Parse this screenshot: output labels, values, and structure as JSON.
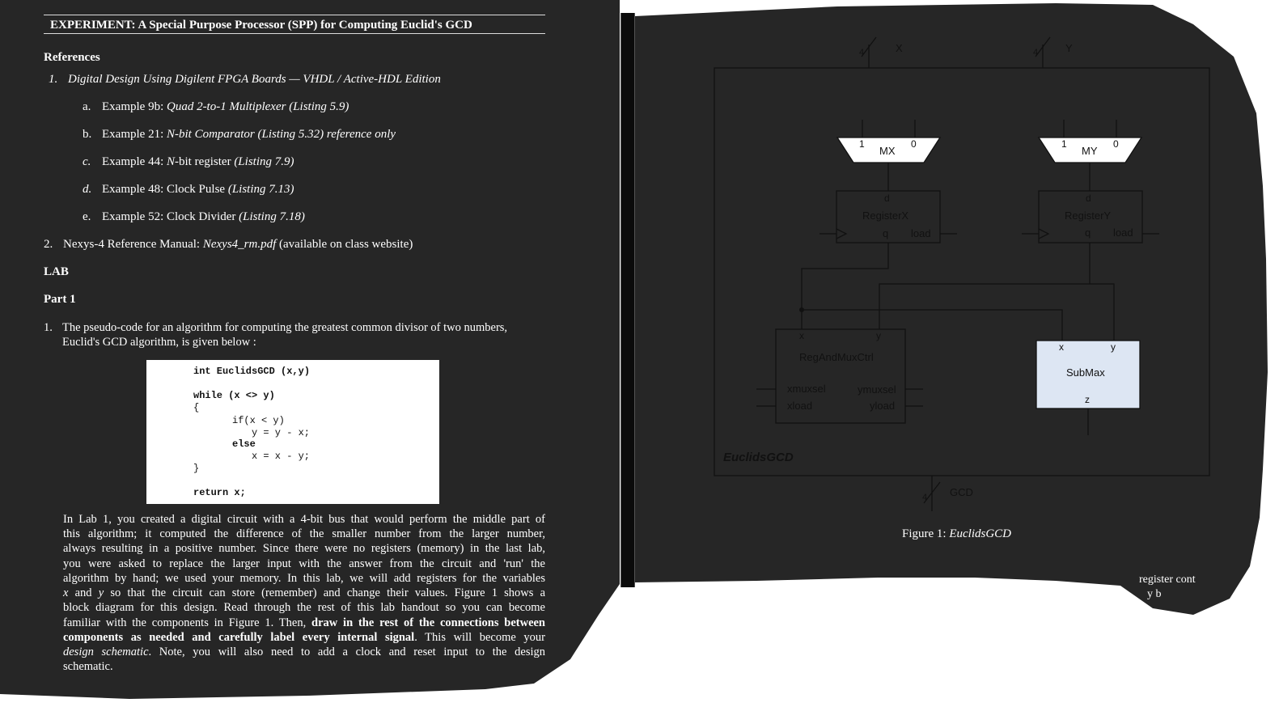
{
  "left": {
    "title": "EXPERIMENT:  A Special Purpose Processor (SPP) for Computing Euclid's GCD",
    "references_heading": "References",
    "ref1_num": "1.",
    "ref1_text": "Digital Design Using Digilent FPGA Boards — VHDL / Active-HDL Edition",
    "sub_items": [
      {
        "letter": "a.",
        "prefix": "Example 9b: ",
        "italic": "Quad 2-to-1 Multiplexer  (Listing 5.9)"
      },
      {
        "letter": "b.",
        "prefix": "Example 21: ",
        "italic": "N-bit Comparator (Listing 5.32) reference only"
      },
      {
        "letter": "c.",
        "prefix": "Example 44: ",
        "italic": "N",
        "suffix": "-bit register ",
        "italic2": "(Listing 7.9)"
      },
      {
        "letter": "d.",
        "prefix": "Example 48: Clock Pulse ",
        "italic": "(Listing 7.13)"
      },
      {
        "letter": "e.",
        "prefix": "Example 52:  Clock Divider ",
        "italic": "(Listing 7.18)"
      }
    ],
    "ref2_num": "2.",
    "ref2_prefix": "Nexys-4 Reference Manual:  ",
    "ref2_italic": "Nexys4_rm.pdf",
    "ref2_suffix": " (available on class website)",
    "lab_heading": "LAB",
    "part_heading": "Part 1",
    "item1_num": "1.",
    "item1_line1": "The pseudo-code for an algorithm for computing the greatest common divisor of two numbers,",
    "item1_line2": "Euclid's GCD algorithm, is given below :",
    "code": {
      "line1": "int EuclidsGCD (x,y)",
      "line2": "while (x <> y)",
      "line3": "{",
      "line4": "if(x < y)",
      "line5": "y = y - x;",
      "line6": "else",
      "line7": "x = x - y;",
      "line8": "}",
      "line9": "return x;"
    },
    "para": {
      "l1": "In Lab 1, you created a digital circuit with a 4-bit bus that would perform the middle part of",
      "l2": "this algorithm; it computed the difference of the smaller number from the larger number,",
      "l3": "always resulting in a positive number.  Since there were no registers (memory) in the last lab,",
      "l4": "you were asked to replace the larger input with the answer from the circuit and 'run' the",
      "l5": "algorithm by hand; we used your memory.  In this lab, we will add registers for the variables",
      "l6a": "x",
      "l6b": " and ",
      "l6c": "y",
      "l6d": " so that the circuit can store (remember) and change their values.  Figure 1 shows a",
      "l7": "block diagram for this design.  Read through the rest of this lab handout so you can become",
      "l8a": "familiar with the components in Figure 1.  Then, ",
      "l8b": "draw in the rest of the connections between",
      "l9a": "components as needed and carefully label every internal signal",
      "l9b": ".  This will become your",
      "l10a": "design schematic",
      "l10b": ".  Note, you will also need to add a clock and reset input to the design",
      "l11": "schematic."
    }
  },
  "diagram": {
    "top_x_width": "4",
    "top_x_label": "X",
    "top_y_width": "4",
    "top_y_label": "Y",
    "mux_x": {
      "in1": "1",
      "in0": "0",
      "name": "MX"
    },
    "mux_y": {
      "in1": "1",
      "in0": "0",
      "name": "MY"
    },
    "reg_x": {
      "d": "d",
      "name": "RegisterX",
      "q": "q",
      "load": "load"
    },
    "reg_y": {
      "d": "d",
      "name": "RegisterY",
      "q": "q",
      "load": "load"
    },
    "ctrl": {
      "x": "x",
      "y": "y",
      "name": "RegAndMuxCtrl",
      "xmuxsel": "xmuxsel",
      "ymuxsel": "ymuxsel",
      "xload": "xload",
      "yload": "yload"
    },
    "submax": {
      "x": "x",
      "y": "y",
      "name": "SubMax",
      "z": "z"
    },
    "outer_label": "EuclidsGCD",
    "gcd_width": "4",
    "gcd_label": "GCD",
    "colors": {
      "submax_fill": "#dde6f3",
      "block_stroke": "#111111"
    }
  },
  "figure_caption_prefix": "Figure 1:  ",
  "figure_caption_italic": "EuclidsGCD",
  "fragment_line1": "register cont",
  "fragment_line2": "y b"
}
